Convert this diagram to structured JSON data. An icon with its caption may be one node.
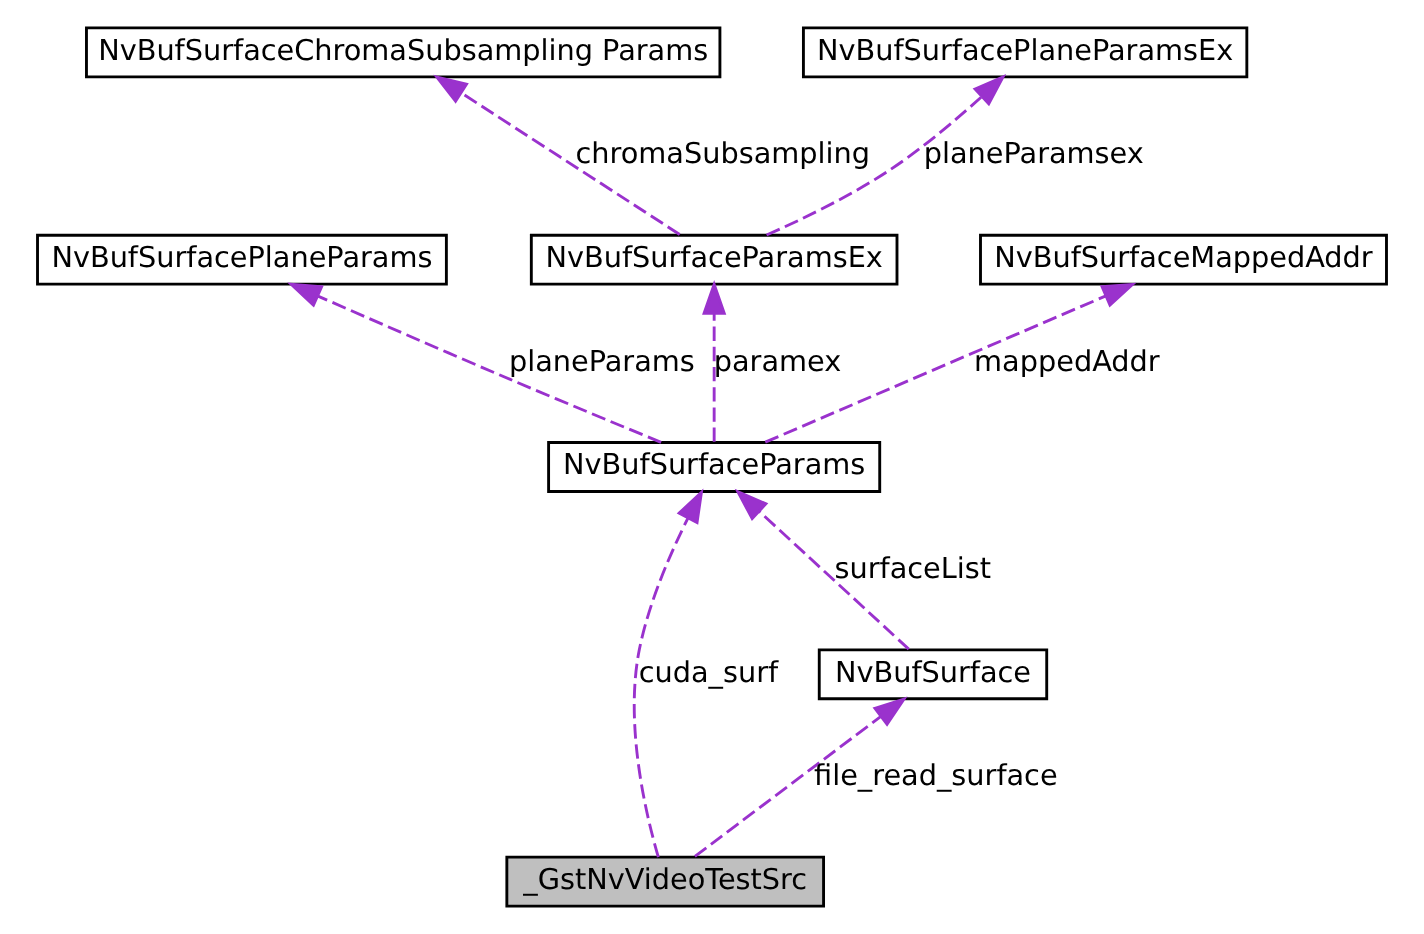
{
  "diagram": {
    "nodes": [
      {
        "text": [
          "NvBufSurfaceChromaSubsampling Params"
        ]
      },
      {
        "text": [
          "NvBufSurfacePlaneParamsEx"
        ]
      },
      {
        "text": [
          "NvBufSurfacePlaneParams"
        ]
      },
      {
        "text": [
          "NvBufSurfaceParamsEx"
        ]
      },
      {
        "text": [
          "NvBufSurfaceMappedAddr"
        ]
      },
      {
        "text": [
          "NvBufSurfaceParams"
        ]
      },
      {
        "text": [
          "NvBufSurface"
        ]
      },
      {
        "text": [
          "_GstNvVideoTestSrc"
        ]
      }
    ],
    "edges": [
      {
        "from": 3,
        "to": 0,
        "arrow": "to",
        "label": "chromaSubsampling",
        "style": "dashed"
      },
      {
        "from": 3,
        "to": 1,
        "arrow": "to",
        "label": "planeParamsex",
        "style": "dashed"
      },
      {
        "from": 5,
        "to": 2,
        "arrow": "to",
        "label": "planeParams",
        "style": "dashed"
      },
      {
        "from": 5,
        "to": 3,
        "arrow": "to",
        "label": "paramex",
        "style": "dashed"
      },
      {
        "from": 5,
        "to": 4,
        "arrow": "to",
        "label": "mappedAddr",
        "style": "dashed"
      },
      {
        "from": 6,
        "to": 5,
        "arrow": "to",
        "label": "surfaceList",
        "style": "dashed"
      },
      {
        "from": 7,
        "to": 5,
        "arrow": "to",
        "label": "cuda_surf",
        "style": "dashed"
      },
      {
        "from": 7,
        "to": 6,
        "arrow": "to",
        "label": "file_read_surface",
        "style": "dashed"
      }
    ]
  }
}
